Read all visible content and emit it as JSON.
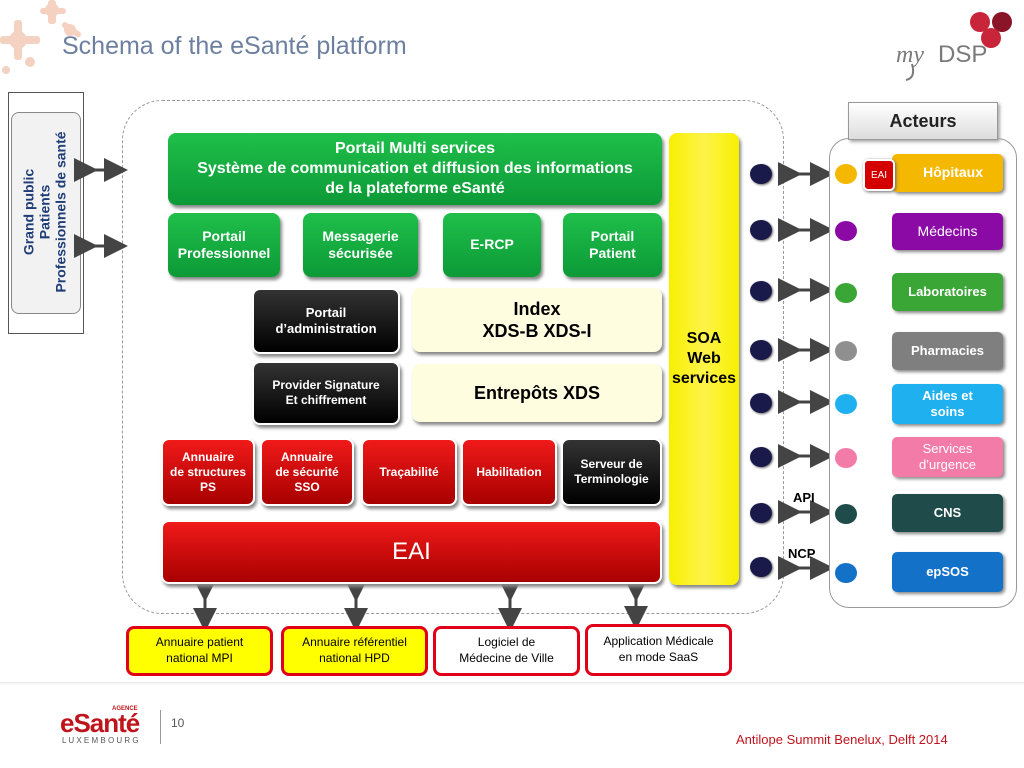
{
  "header": {
    "title": "Schema of the eSanté platform",
    "logo_text": "my DSP"
  },
  "left_group": {
    "lines": [
      "Grand public",
      "Patients",
      "Professionnels de santé"
    ]
  },
  "platform": {
    "portail_multi": {
      "line1": "Portail  Multi services",
      "line2": "Système de communication et diffusion des informations",
      "line3": "de la plateforme eSanté"
    },
    "row2": [
      {
        "line1": "Portail",
        "line2": "Professionnel"
      },
      {
        "line1": "Messagerie",
        "line2": "sécurisée"
      },
      {
        "line1": "E-RCP",
        "line2": ""
      },
      {
        "line1": "Portail",
        "line2": "Patient"
      }
    ],
    "portail_admin": {
      "line1": "Portail",
      "line2": "d’administration"
    },
    "index": {
      "line1": "Index",
      "line2": "XDS-B XDS-I"
    },
    "provider": {
      "line1": "Provider Signature",
      "line2": "Et chiffrement"
    },
    "entrepots": "Entrepôts XDS",
    "row5": [
      {
        "l1": "Annuaire",
        "l2": "de structures",
        "l3": "PS"
      },
      {
        "l1": "Annuaire",
        "l2": "de sécurité",
        "l3": "SSO"
      },
      {
        "l1": "Traçabilité",
        "l2": "",
        "l3": ""
      },
      {
        "l1": "Habilitation",
        "l2": "",
        "l3": ""
      }
    ],
    "serveur": {
      "line1": "Serveur de",
      "line2": "Terminologie"
    },
    "eai": "EAI",
    "soa": {
      "line1": "SOA",
      "line2": "Web",
      "line3": "services"
    }
  },
  "connectors": {
    "api": "API",
    "ncp": "NCP"
  },
  "actors": {
    "title": "Acteurs",
    "eai_badge": "EAI",
    "items": [
      {
        "label": "Hôpitaux",
        "color": "#f5b800",
        "dot": "#f5b800"
      },
      {
        "label": "Médecins",
        "color": "#8b0aa5",
        "dot": "#8b0aa5"
      },
      {
        "label": "Laboratoires",
        "color": "#3aa635",
        "dot": "#3aa635"
      },
      {
        "label": "Pharmacies",
        "color": "#7f7f7f",
        "dot": "#8f8f8f"
      },
      {
        "label": "Aides et soins",
        "color": "#1fb0ef",
        "dot": "#1fb0ef"
      },
      {
        "label": "Services d’urgence",
        "color": "#f37ba8",
        "dot": "#f37ba8"
      },
      {
        "label": "CNS",
        "color": "#1f4b4b",
        "dot": "#1f4b4b"
      },
      {
        "label": "epSOS",
        "color": "#1372c7",
        "dot": "#1372c7"
      }
    ]
  },
  "external": [
    {
      "line1": "Annuaire patient",
      "line2": "national MPI",
      "bg": "#ffff00"
    },
    {
      "line1": "Annuaire référentiel",
      "line2": "national HPD",
      "bg": "#ffff00"
    },
    {
      "line1": "Logiciel de",
      "line2": "Médecine de Ville",
      "bg": "#ffffff"
    },
    {
      "line1": "Application Médicale",
      "line2": "en mode SaaS",
      "bg": "#ffffff"
    }
  ],
  "footer": {
    "brand_small": "AGENCE",
    "brand": "eSanté",
    "brand_sub": "L U X E M B O U R G",
    "page": "10",
    "event": "Antilope Summit Benelux, Delft 2014"
  }
}
